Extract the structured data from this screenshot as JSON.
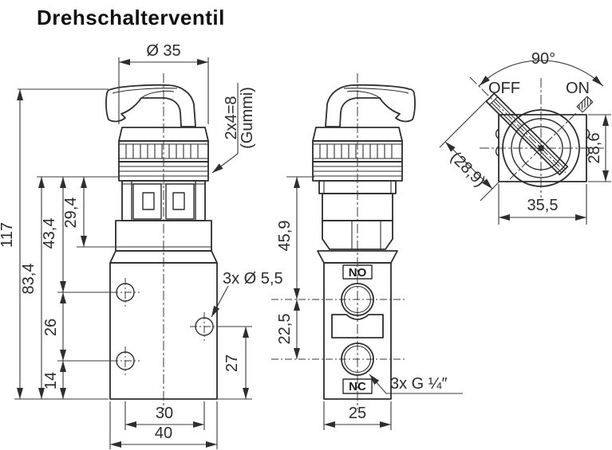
{
  "title": "Drehschalterventil",
  "colors": {
    "line": "#2e2e2e",
    "background": "#ffffff",
    "text": "#2b2b2b"
  },
  "front_view": {
    "dims": {
      "knob_diameter": "Ø 35",
      "total_height": "117",
      "body_height": "83,4",
      "upper_hole_height": "43,4",
      "collar_height": "29,4",
      "hole_spacing_vertical": "26",
      "lower_hole_height": "14",
      "right_hole_height": "27",
      "hole_spacing_horizontal": "30",
      "body_width": "40"
    },
    "labels": {
      "rubber_line1": "2x4=8",
      "rubber_line2": "(Gummi)",
      "mounting_holes": "3x Ø 5,5"
    }
  },
  "side_view": {
    "dims": {
      "upper_port_height": "45,9",
      "port_spacing": "22,5",
      "body_depth": "25"
    },
    "labels": {
      "port_top": "NO",
      "port_bottom": "NC",
      "thread": "3x G ¼″"
    }
  },
  "top_view": {
    "dims": {
      "switch_angle": "90°",
      "lever_reach": "(28,9)",
      "square_depth": "28,6",
      "square_width": "35,5"
    },
    "labels": {
      "off": "OFF",
      "on": "ON"
    }
  }
}
